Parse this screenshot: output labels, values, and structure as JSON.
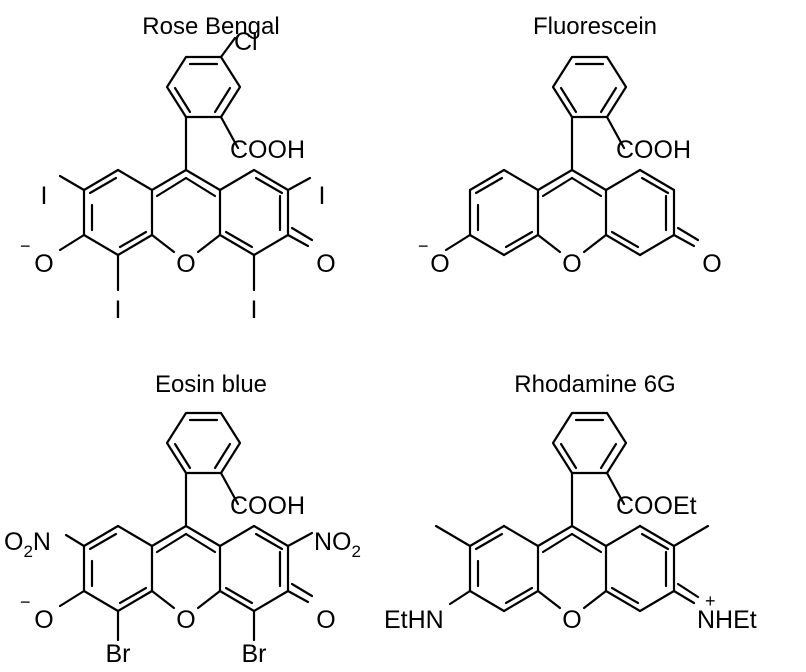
{
  "figure": {
    "molecules": [
      {
        "name": "Rose Bengal",
        "labels": {
          "o_minus_charge": "−",
          "o_minus": "O",
          "ring_o": "O",
          "keto_o": "O",
          "i_left_top": "I",
          "i_right_top": "I",
          "i_left_bottom": "I",
          "i_right_bottom": "I",
          "cl": "Cl",
          "cooh": "COOH"
        }
      },
      {
        "name": "Fluorescein",
        "labels": {
          "o_minus_charge": "−",
          "o_minus": "O",
          "ring_o": "O",
          "keto_o": "O",
          "cooh": "COOH"
        }
      },
      {
        "name": "Eosin blue",
        "labels": {
          "o_minus_charge": "−",
          "o_minus": "O",
          "ring_o": "O",
          "keto_o": "O",
          "no2_left_main": "O",
          "no2_left_sub": "2",
          "no2_left_n": "N",
          "no2_right_main": "NO",
          "no2_right_sub": "2",
          "br_left": "Br",
          "br_right": "Br",
          "cooh": "COOH"
        }
      },
      {
        "name": "Rhodamine 6G",
        "labels": {
          "ring_o": "O",
          "amine_left": "EtHN",
          "imine_charge": "+",
          "imine_right": "NHEt",
          "cooet": "COOEt"
        }
      }
    ]
  }
}
